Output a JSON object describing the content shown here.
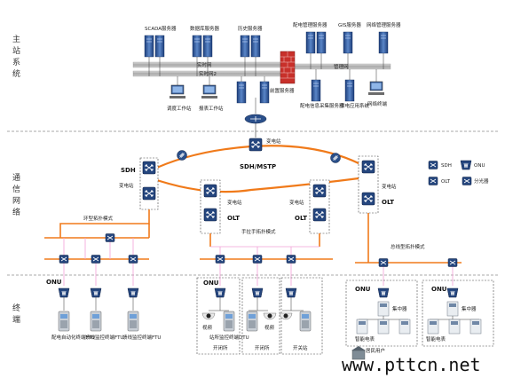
{
  "sections": {
    "master": [
      "主",
      "站",
      "系",
      "统"
    ],
    "network": [
      "通",
      "信",
      "网",
      "络"
    ],
    "terminal": [
      "终",
      "端"
    ]
  },
  "servers": {
    "scada": "SCADA服务器",
    "database": "数据库服务器",
    "history": "历史服务器",
    "dist_mgmt": "配电管理服务器",
    "gis": "GIS服务器",
    "net_mgmt": "网络管理服务器"
  },
  "buses": {
    "realtime": "实时网",
    "realtime2": "实时网2",
    "mgmt": "管理网"
  },
  "master_labels": {
    "dispatch_ws": "调度工作站",
    "report_ws": "报表工作站",
    "frontend": "前置服务器",
    "comm_collect": "配电信息采集服务器",
    "ext_app": "供电应用系统",
    "net_term": "网络终端"
  },
  "network": {
    "substation": "变电站",
    "sdh_mstp": "SDH/MSTP",
    "sdh": "SDH",
    "olt": "OLT",
    "ring_topo": "环型拓扑模式",
    "hand_topo": "手拉手拓扑模式",
    "bus_topo": "总线型拓扑模式"
  },
  "legend": {
    "sdh": "SDH",
    "onu": "ONU",
    "olt": "OLT",
    "splitter": "分光器"
  },
  "terminal": {
    "onu": "ONU",
    "ftu1": "配电自动化终端FTU",
    "ftu2": "馈线监控终端FTU",
    "ftu3": "馈线监控终端FTU",
    "camera": "视频",
    "dtu": "站所监控终端DTU",
    "site1": "开闭所",
    "site2": "开闭所",
    "site3": "开关站",
    "concentrator": "集中器",
    "meter": "智能电表",
    "user_group": "居民用户"
  },
  "watermark": "www.pttcn.net"
}
